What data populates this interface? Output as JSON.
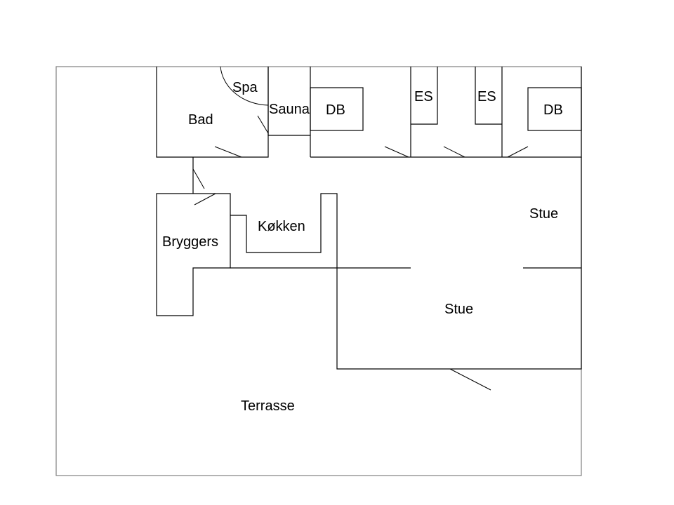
{
  "rooms": {
    "spa": "Spa",
    "bad": "Bad",
    "sauna": "Sauna",
    "db_left": "DB",
    "es_left": "ES",
    "es_right": "ES",
    "db_right": "DB",
    "stue_upper": "Stue",
    "kokken": "Køkken",
    "bryggers": "Bryggers",
    "stue_lower": "Stue",
    "terrasse": "Terrasse"
  }
}
